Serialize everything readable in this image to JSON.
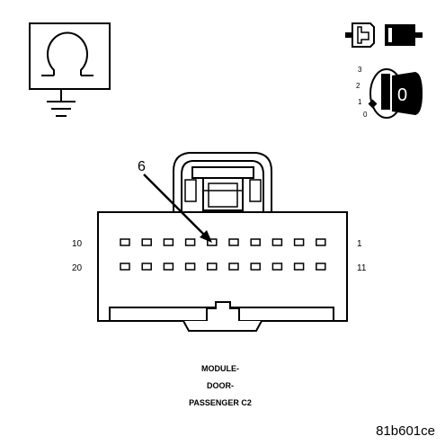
{
  "connector": {
    "callout_pin": "6",
    "row1_left_label": "10",
    "row1_right_label": "1",
    "row2_left_label": "20",
    "row2_right_label": "11",
    "pins_per_row": 10
  },
  "caption": {
    "line1": "MODULE-",
    "line2": "DOOR-",
    "line3": "PASSENGER C2"
  },
  "ignition_switch": {
    "position_3": "3",
    "position_2": "2",
    "position_1": "1",
    "position_0": "0",
    "key_label": "0"
  },
  "symbols": {
    "ohm_symbol": "Ω"
  },
  "figure_code": "81b601ce"
}
